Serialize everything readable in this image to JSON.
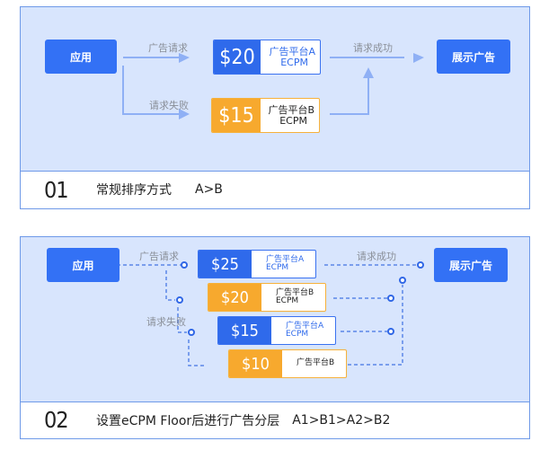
{
  "colors": {
    "accent": "#3371f5",
    "orange": "#f7a92e",
    "panel_bg": "#d8e5fd",
    "border": "#6f9ae8",
    "line": "#8fb0f5"
  },
  "panel1": {
    "app_label": "应用",
    "show_ad_label": "展示广告",
    "request_label": "广告请求",
    "fail_label": "请求失败",
    "success_label": "请求成功",
    "cards": [
      {
        "price": "$20",
        "platform": "广告平台A",
        "metric": "ECPM",
        "color": "blue"
      },
      {
        "price": "$15",
        "platform": "广告平台B",
        "metric": "ECPM",
        "color": "orange"
      }
    ],
    "number": "01",
    "caption": "常规排序方式",
    "order": "A>B"
  },
  "panel2": {
    "app_label": "应用",
    "show_ad_label": "展示广告",
    "request_label": "广告请求",
    "fail_label": "请求失败",
    "success_label": "请求成功",
    "cards": [
      {
        "price": "$25",
        "platform": "广告平台A",
        "metric": "ECPM",
        "color": "blue"
      },
      {
        "price": "$20",
        "platform": "广告平台B",
        "metric": "ECPM",
        "color": "orange"
      },
      {
        "price": "$15",
        "platform": "广告平台A",
        "metric": "ECPM",
        "color": "blue"
      },
      {
        "price": "$10",
        "platform": "广告平台B",
        "metric": "",
        "color": "orange"
      }
    ],
    "number": "02",
    "caption": "设置eCPM Floor后进行广告分层",
    "order": "A1>B1>A2>B2"
  }
}
